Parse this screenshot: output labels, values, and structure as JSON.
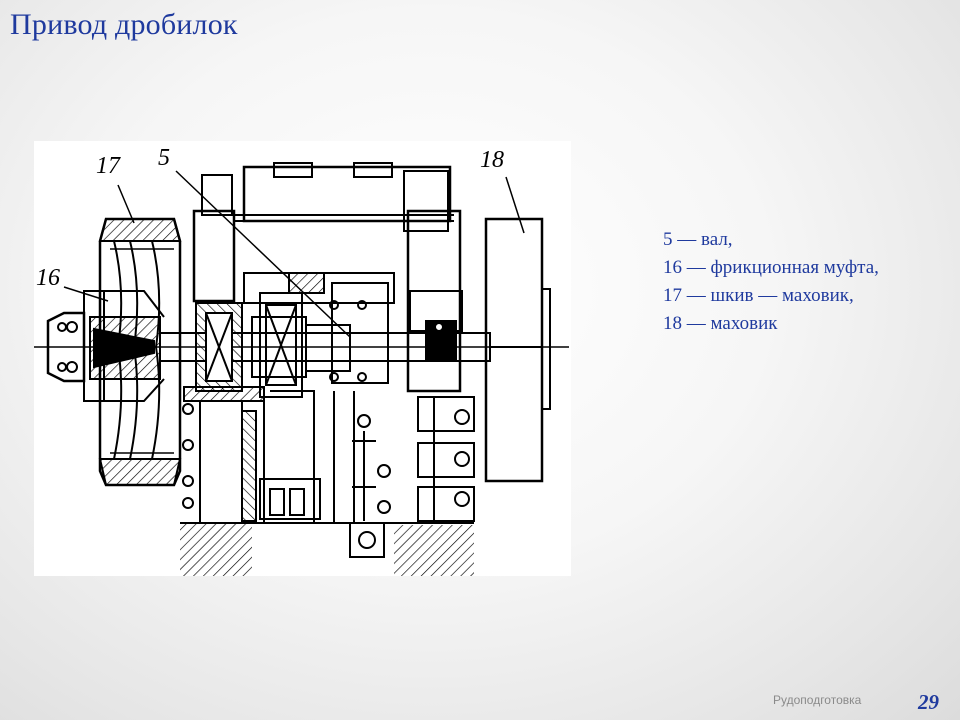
{
  "slide": {
    "title": "Привод дробилок",
    "footer": "Рудоподготовка",
    "page_number": "29"
  },
  "diagram": {
    "labels": [
      "17",
      "5",
      "18",
      "16"
    ]
  },
  "legend": {
    "items": [
      "5 — вал,",
      "16 — фрикционная муфта,",
      "17 — шкив — маховик,",
      "18 — маховик"
    ]
  }
}
